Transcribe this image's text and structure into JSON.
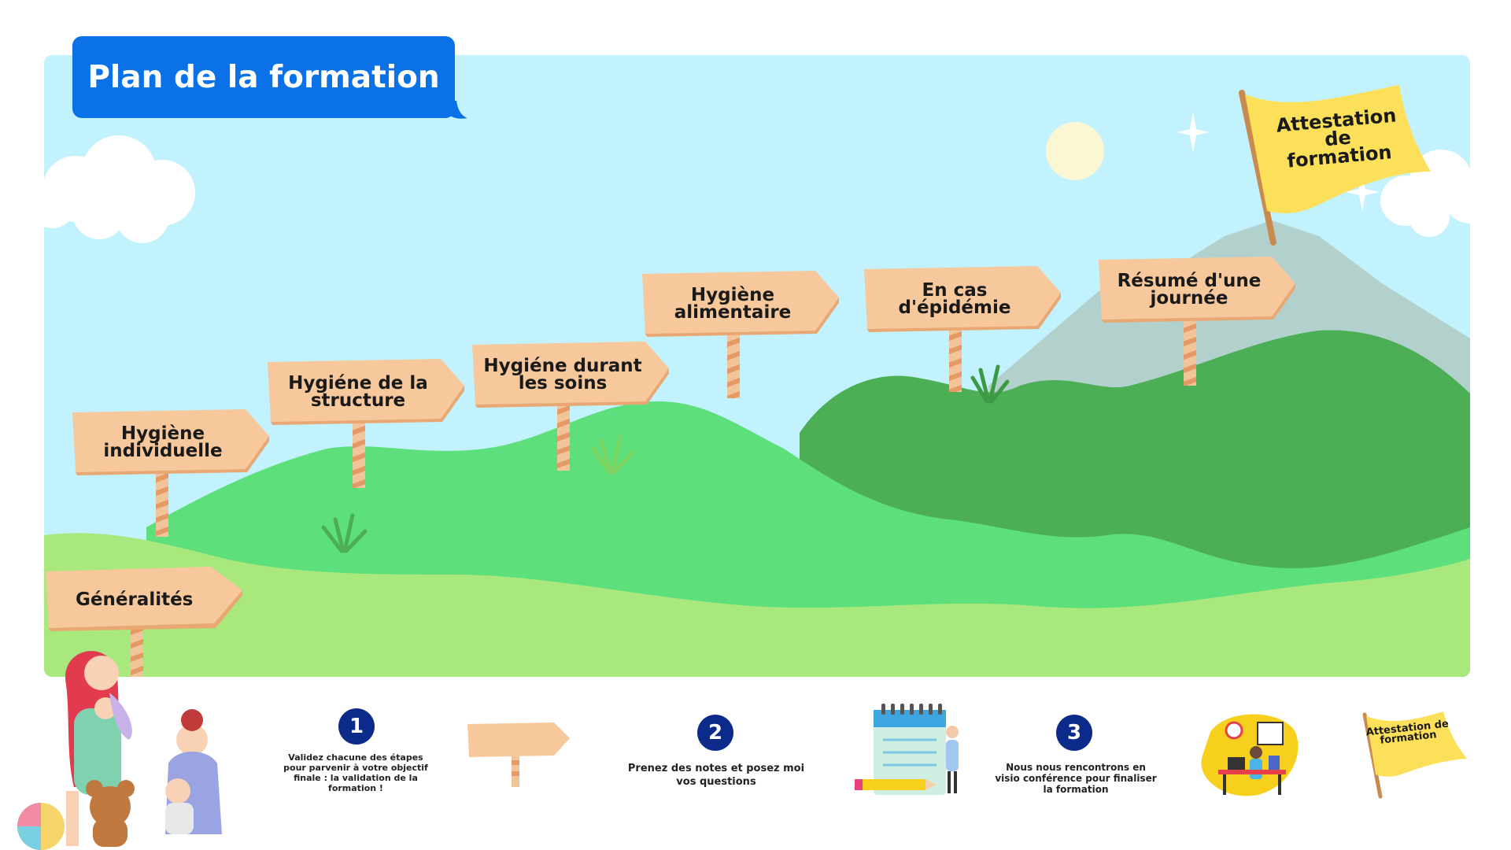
{
  "title": "Plan de la formation",
  "colors": {
    "sky": "#c2f2fd",
    "hill_light": "#a8e87c",
    "hill_mid": "#5ddf7c",
    "hill_dark": "#4cae55",
    "mountain": "#b3d1cc",
    "sign": "#f7c89c",
    "badge": "#0b2a8a",
    "title_bg": "#0a72e6",
    "flag": "#fde05a"
  },
  "signs": [
    {
      "label": "Généralités"
    },
    {
      "label": "Hygiène individuelle"
    },
    {
      "label": "Hygiéne de la structure"
    },
    {
      "label": "Hygiéne durant les soins"
    },
    {
      "label": "Hygiène alimentaire"
    },
    {
      "label": "En cas d'épidémie"
    },
    {
      "label": "Résumé d'une journée"
    }
  ],
  "flag": {
    "label": "Attestation de formation"
  },
  "steps": [
    {
      "number": "1",
      "text": "Validez chacune des étapes pour parvenir à votre objectif finale : la validation de la formation !"
    },
    {
      "number": "2",
      "text": "Prenez des notes et posez moi vos questions"
    },
    {
      "number": "3",
      "text": "Nous nous rencontrons en visio conférence pour finaliser la formation"
    }
  ],
  "mini_flag": {
    "label": "Attestation de formation"
  },
  "icons": [
    "sun-icon",
    "sparkle-icon",
    "cloud-icon",
    "grass-icon",
    "notebook-icon",
    "pencil-icon",
    "office-illustration",
    "family-illustration"
  ]
}
